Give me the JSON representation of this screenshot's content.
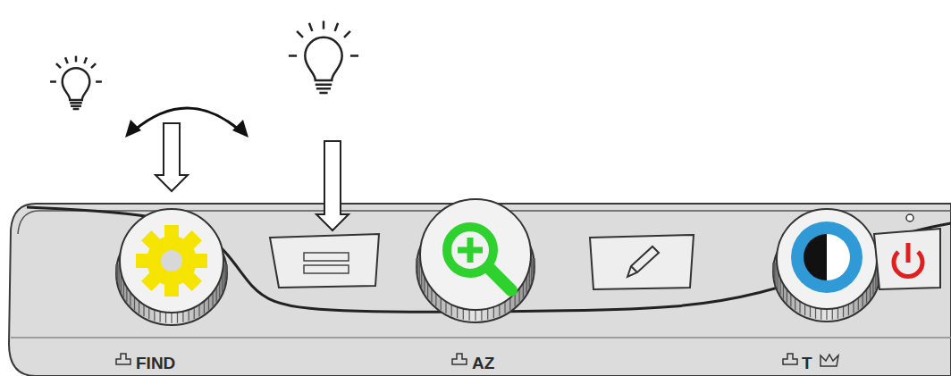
{
  "diagram": {
    "labels": [
      "FIND",
      "AZ",
      "T"
    ]
  }
}
